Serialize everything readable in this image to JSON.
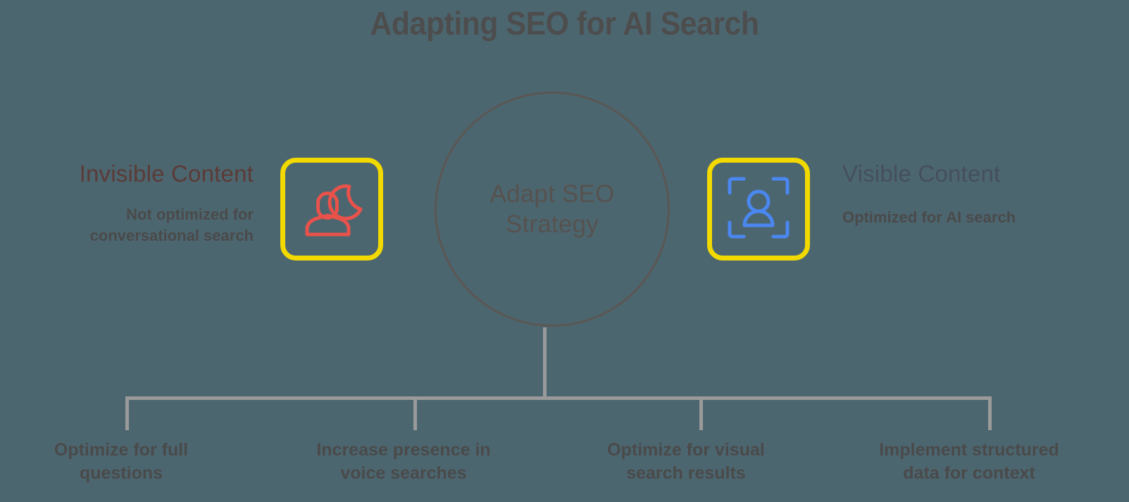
{
  "diagram": {
    "title": "Adapting SEO for AI Search",
    "background_color": "#4c6670",
    "center": {
      "label_line1": "Adapt SEO",
      "label_line2": "Strategy",
      "shape": "circle",
      "outline_color": "#5a5753"
    },
    "left_side": {
      "title": "Invisible Content",
      "title_color": "#5b3b37",
      "subtitle": "Not optimized for conversational search",
      "icon_name": "sleeping-person-moon-icon",
      "icon_color": "#e8524a",
      "icon_box_color": "#F2D900"
    },
    "right_side": {
      "title": "Visible Content",
      "title_color": "#454f5e",
      "subtitle": "Optimized for AI search",
      "icon_name": "person-focus-frame-icon",
      "icon_color": "#4a87f0",
      "icon_box_color": "#F2D900"
    },
    "connector_color": "#9a9a9a",
    "branches": [
      {
        "line1": "Optimize for full",
        "line2": "questions"
      },
      {
        "line1": "Increase presence in",
        "line2": "voice searches"
      },
      {
        "line1": "Optimize for visual",
        "line2": "search results"
      },
      {
        "line1": "Implement structured",
        "line2": "data for context"
      }
    ]
  }
}
